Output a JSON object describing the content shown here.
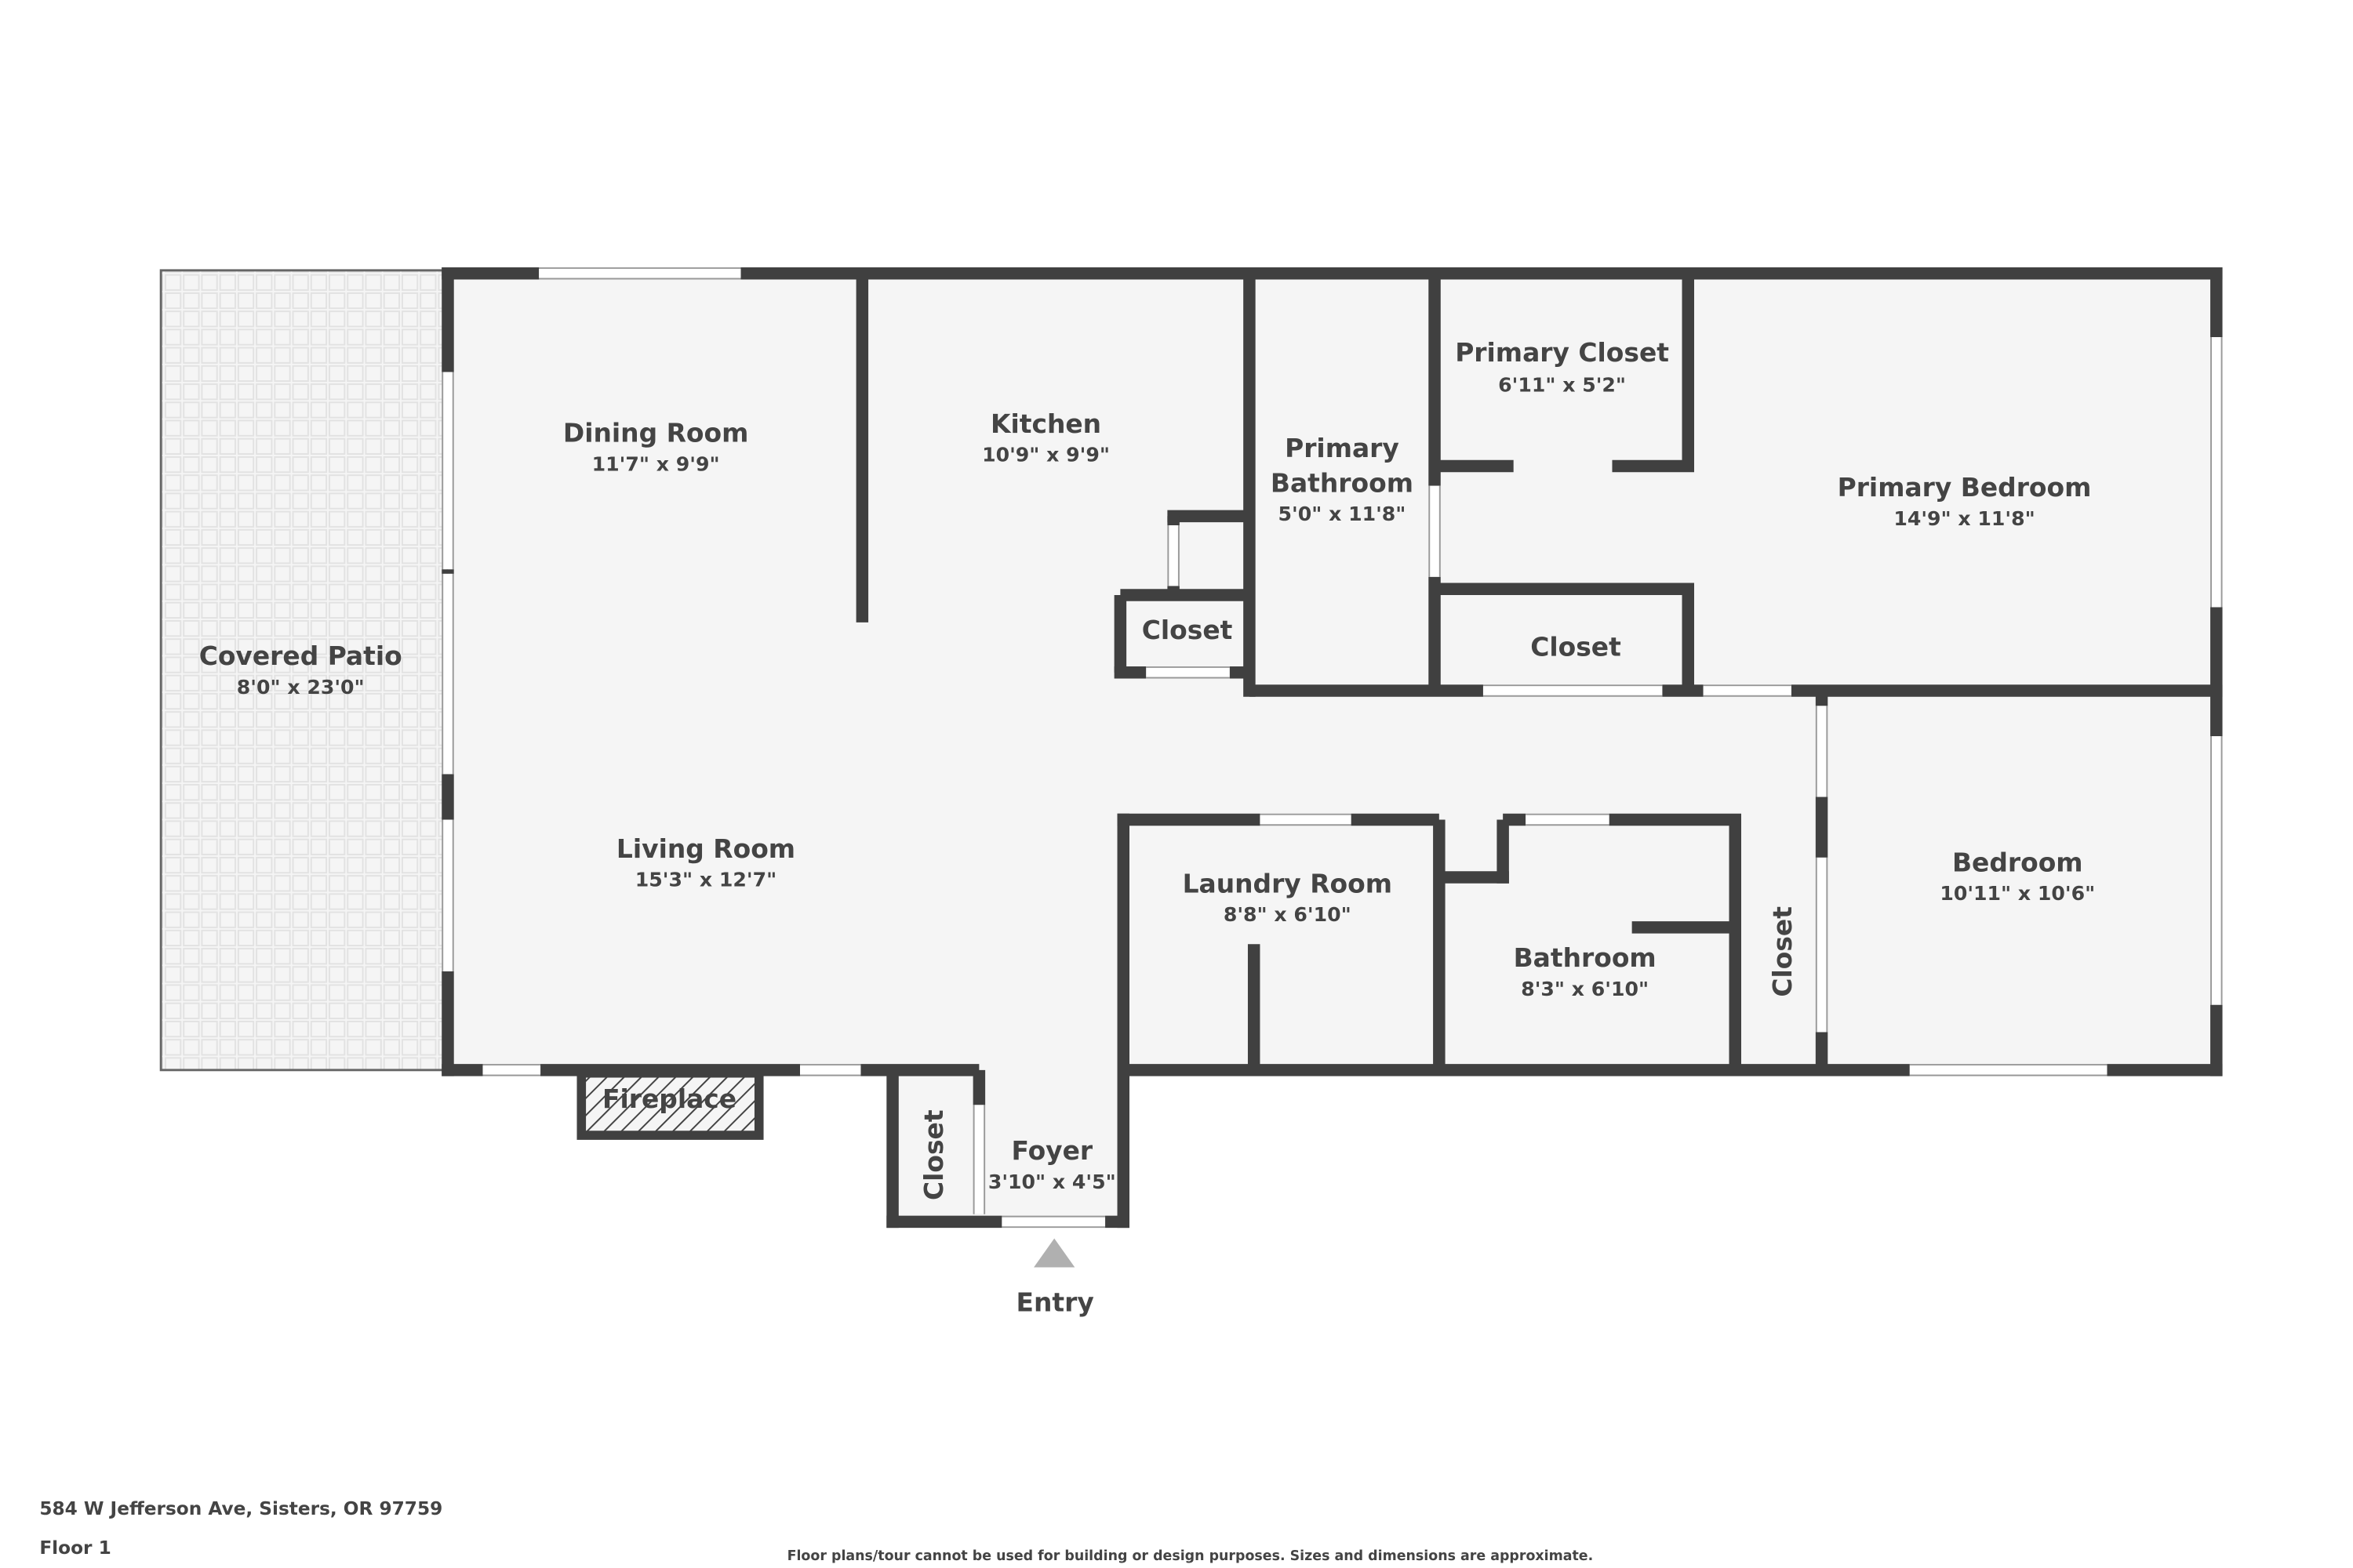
{
  "rooms": {
    "dining": {
      "name": "Dining Room",
      "dims": "11'7\" x 9'9\""
    },
    "kitchen": {
      "name": "Kitchen",
      "dims": "10'9\" x 9'9\""
    },
    "primary_bath": {
      "name1": "Primary",
      "name2": "Bathroom",
      "dims": "5'0\" x 11'8\""
    },
    "primary_closet": {
      "name": "Primary Closet",
      "dims": "6'11\" x 5'2\""
    },
    "primary_bedroom": {
      "name": "Primary Bedroom",
      "dims": "14'9\" x 11'8\""
    },
    "kitchen_closet": {
      "name": "Closet"
    },
    "hall_closet": {
      "name": "Closet"
    },
    "patio": {
      "name": "Covered Patio",
      "dims": "8'0\" x 23'0\""
    },
    "living": {
      "name": "Living Room",
      "dims": "15'3\" x 12'7\""
    },
    "laundry": {
      "name": "Laundry Room",
      "dims": "8'8\" x 6'10\""
    },
    "bathroom": {
      "name": "Bathroom",
      "dims": "8'3\" x 6'10\""
    },
    "bath_closet": {
      "name": "Closet"
    },
    "bedroom": {
      "name": "Bedroom",
      "dims": "10'11\" x 10'6\""
    },
    "fireplace": {
      "name": "Fireplace"
    },
    "foyer_closet": {
      "name": "Closet"
    },
    "foyer": {
      "name": "Foyer",
      "dims": "3'10\" x 4'5\""
    }
  },
  "entry_label": "Entry",
  "footer": {
    "address": "584 W Jefferson Ave, Sisters, OR 97759",
    "floor": "Floor 1",
    "disclaimer": "Floor plans/tour cannot be used for building or design purposes. Sizes and dimensions are approximate."
  },
  "colors": {
    "wall": "#404040",
    "floor": "#f5f5f5",
    "text": "#444444"
  }
}
